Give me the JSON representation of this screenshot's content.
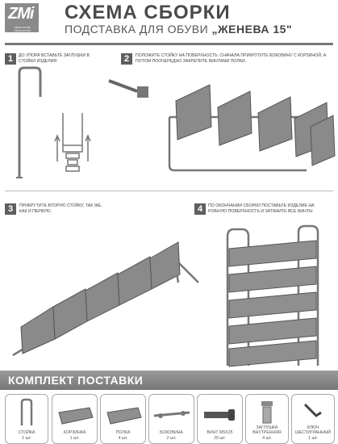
{
  "header": {
    "logo_text": "ZMi",
    "logo_sub": "MEGA STORE PRODUCTION",
    "title": "СХЕМА СБОРКИ",
    "subtitle": "ПОДСТАВКА ДЛЯ ОБУВИ",
    "model": "„ЖЕНЕВА 15\""
  },
  "steps": [
    {
      "number": "1",
      "text": "ДО УПОРА ВСТАВЬТЕ ЗАГЛУШКИ В СТОЙКИ ИЗДЕЛИЯ"
    },
    {
      "number": "2",
      "text": "ПОЛОЖИТЕ СТОЙКУ НА ПОВЕРХНОСТЬ. СНАЧАЛА ПРИКРУТИТЕ БОКОВИНУ С КОРЗИНОЙ, А ПОТОМ ПООЧЕРЕДНО ЗАКРЕПИТЕ ВИНТАМИ ПОЛКИ."
    },
    {
      "number": "3",
      "text": "ПРИКРУТИТЕ ВТОРУЮ СТОЙКУ, ТАК ЖЕ, КАК И ПЕРВУЮ."
    },
    {
      "number": "4",
      "text": "ПО ОКОНЧАНИИ СБОРКИ ПОСТАВЬТЕ ИЗДЕЛИЕ НА РОВНУЮ ПОВЕРХНОСТЬ И ЗАТЯНИТЕ ВСЕ ВИНТЫ"
    }
  ],
  "kit": {
    "title": "КОМПЛЕКТ ПОСТАВКИ",
    "items": [
      {
        "name": "СТОЙКА",
        "qty": "2 шт."
      },
      {
        "name": "КОРЗИНКА",
        "qty": "1 шт."
      },
      {
        "name": "ПОЛКА",
        "qty": "4 шт."
      },
      {
        "name": "БОКОВИНА",
        "qty": "2 шт."
      },
      {
        "name": "ВИНТ М5х25",
        "qty": "20 шт."
      },
      {
        "name": "ЗАГЛУШКА ВНУТРЕННЯЯ",
        "qty": "4 шт."
      },
      {
        "name": "КЛЮЧ ШЕСТИГРАННЫЙ",
        "qty": "1 шт."
      }
    ]
  }
}
